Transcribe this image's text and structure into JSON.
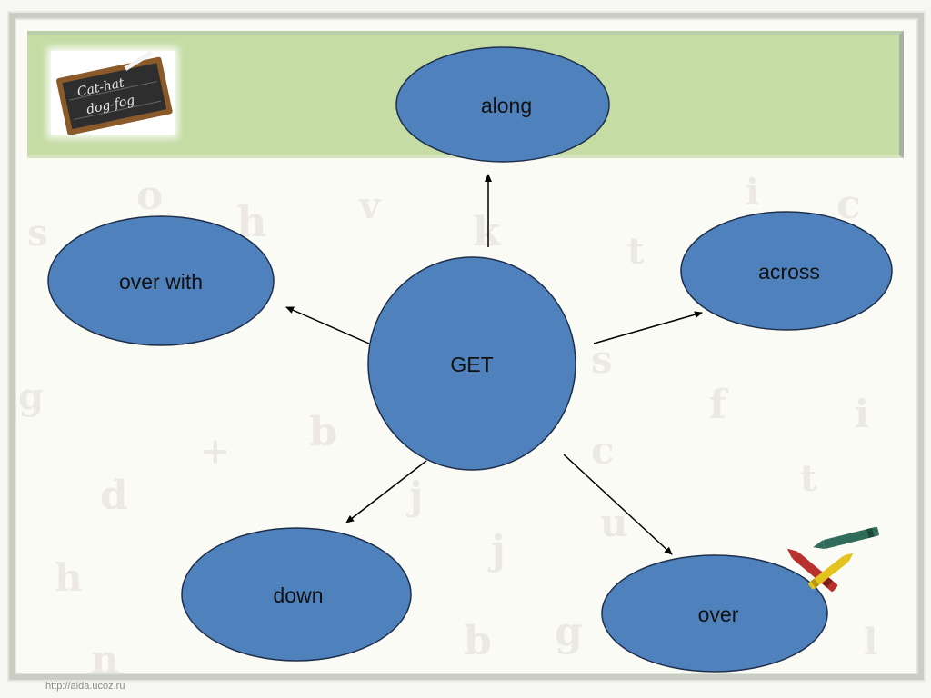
{
  "diagram": {
    "center": "GET",
    "nodes": {
      "along": "along",
      "over_with": "over with",
      "across": "across",
      "down": "down",
      "over": "over"
    }
  },
  "chalkboard": {
    "line1": "Cat-hat",
    "line2": "dog-fog"
  },
  "footer": {
    "url": "http://aida.ucoz.ru"
  },
  "colors": {
    "node_fill": "#4f81bd",
    "node_stroke": "#1f2f4a",
    "header_band": "#c5dca4",
    "arrow": "#000000"
  }
}
